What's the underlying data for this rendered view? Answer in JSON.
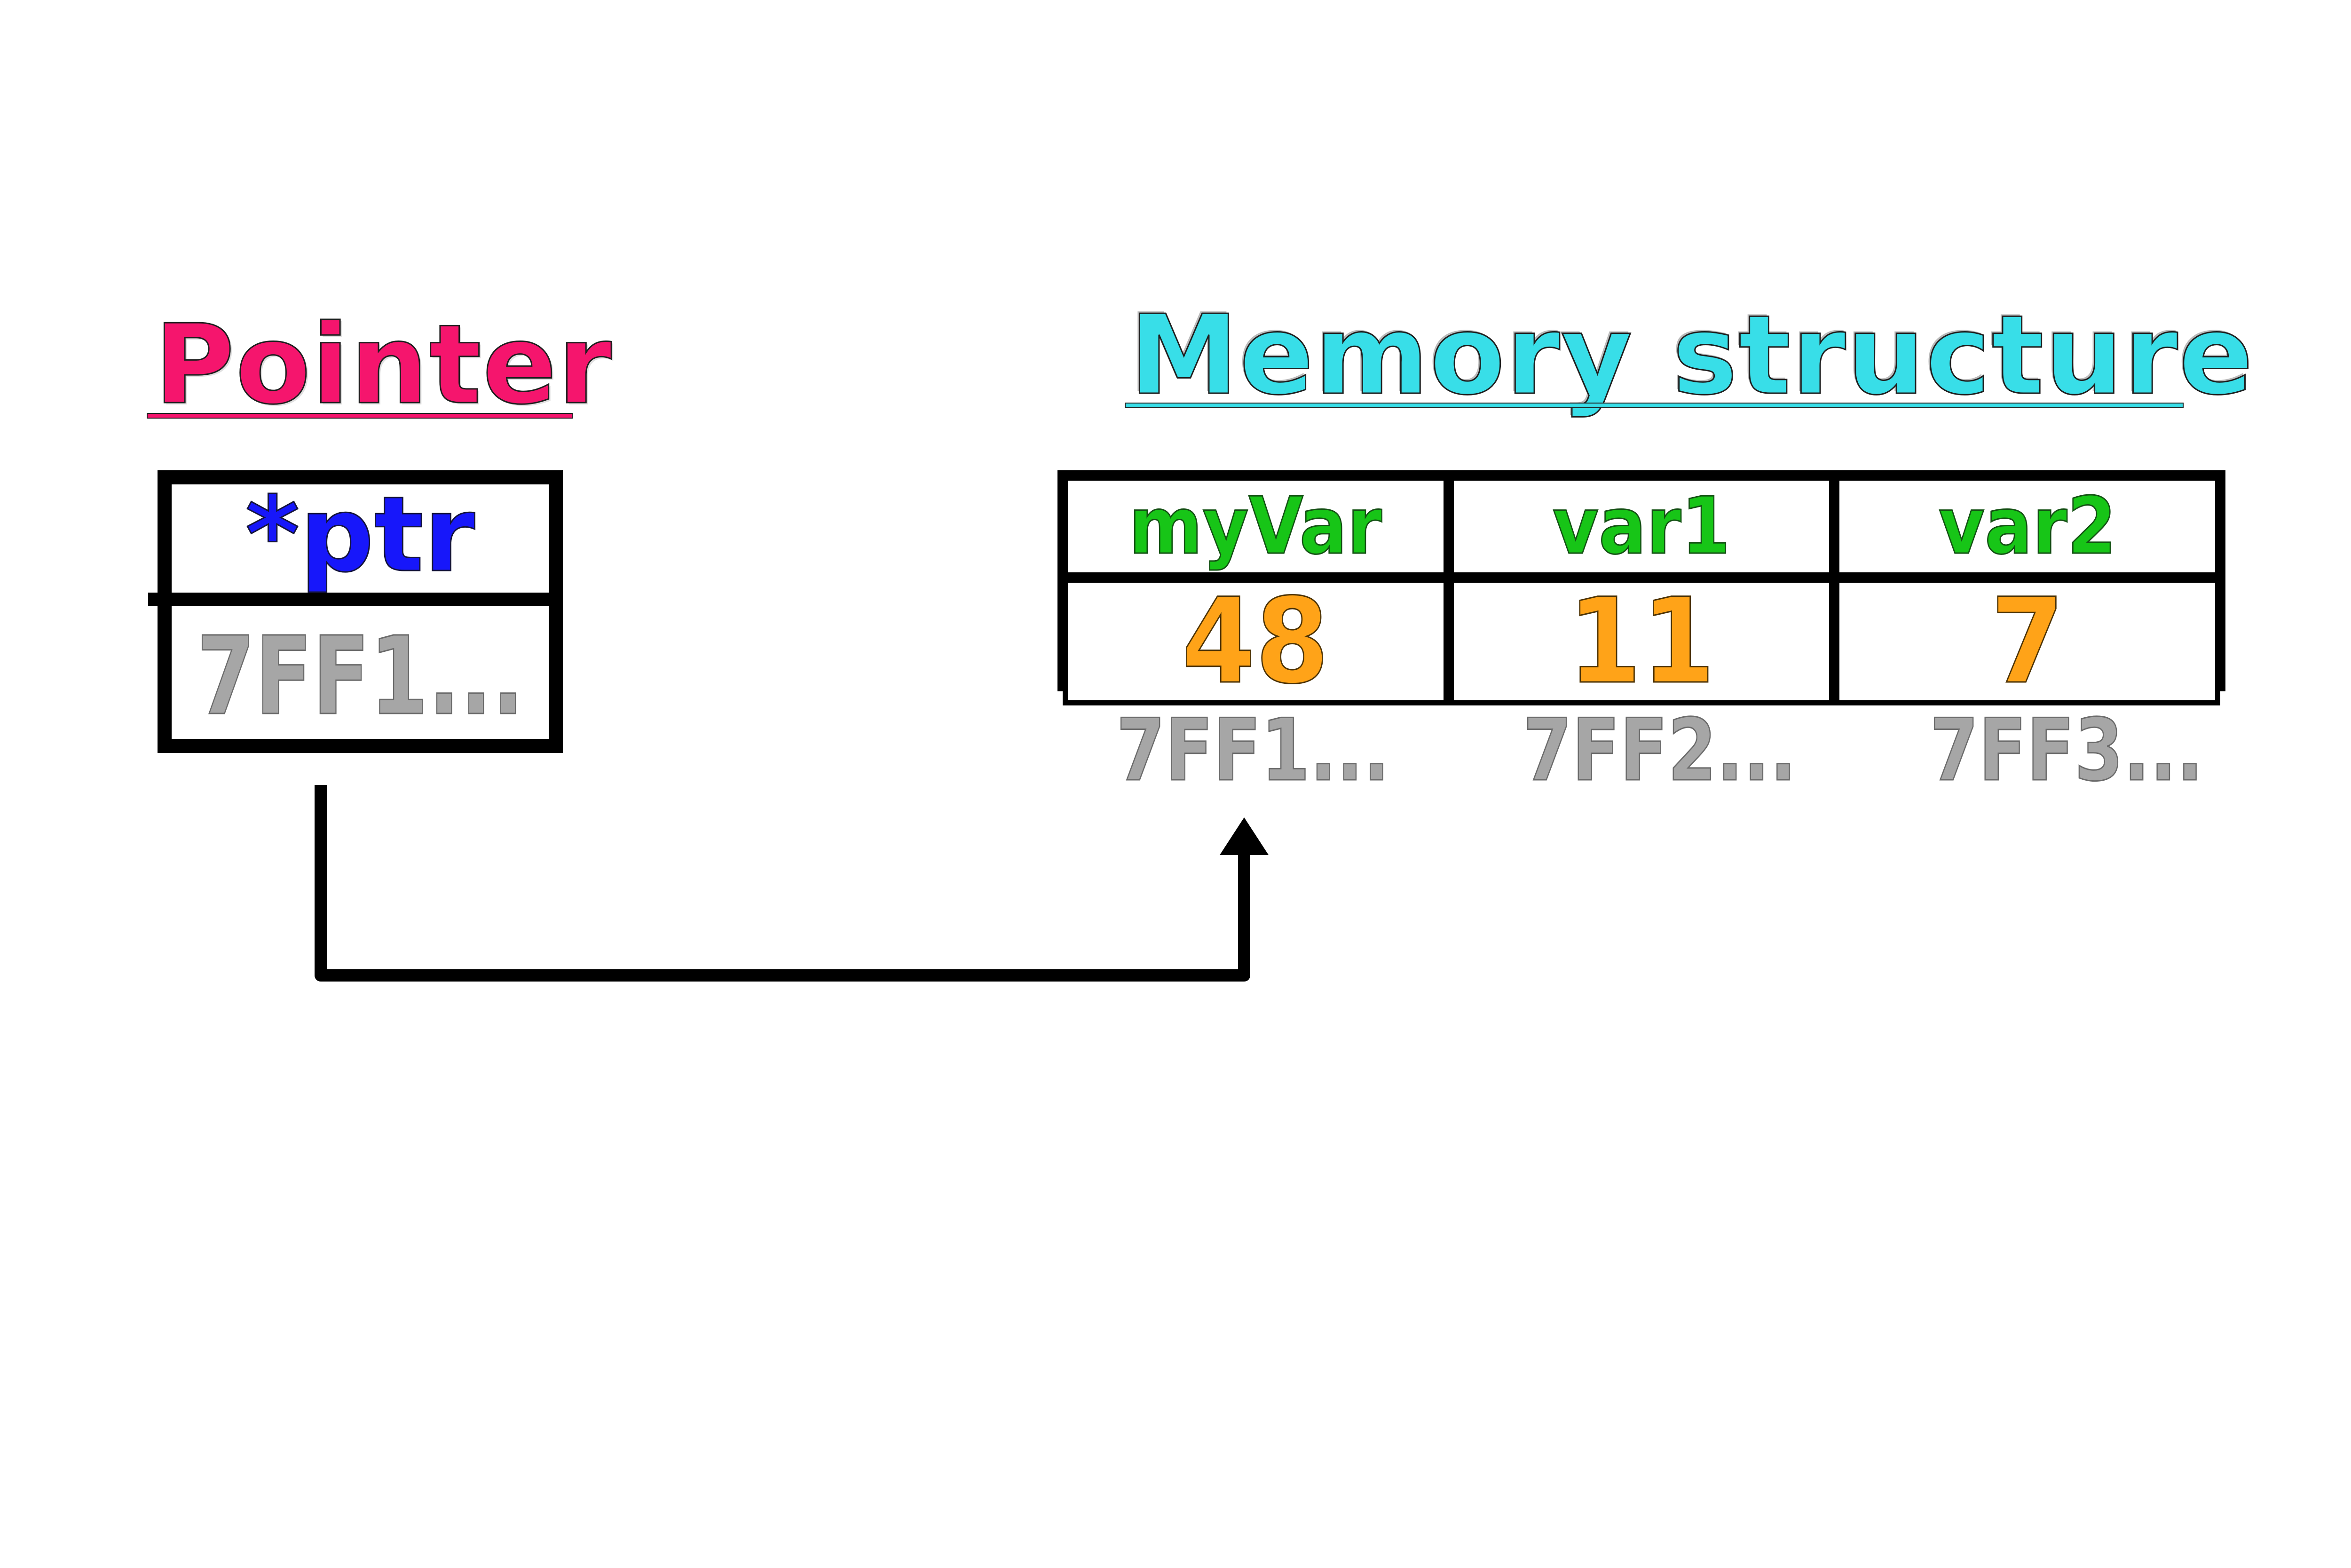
{
  "titles": {
    "pointer": "Pointer",
    "memory": "Memory structure"
  },
  "pointer_box": {
    "name": "*ptr",
    "value": "7FF1..."
  },
  "memory_table": {
    "columns": [
      {
        "name": "myVar",
        "value": "48",
        "address": "7FF1..."
      },
      {
        "name": "var1",
        "value": "11",
        "address": "7FF2..."
      },
      {
        "name": "var2",
        "value": "7",
        "address": "7FF3..."
      }
    ]
  },
  "colors": {
    "pointer_title": "#F5156D",
    "memory_title": "#38DEE8",
    "pointer_name_text": "#1717FA",
    "address_text": "#A6A6A6",
    "header_text": "#17C517",
    "value_text": "#FFA318",
    "lines": "#000000",
    "background": "#FFFFFF"
  }
}
